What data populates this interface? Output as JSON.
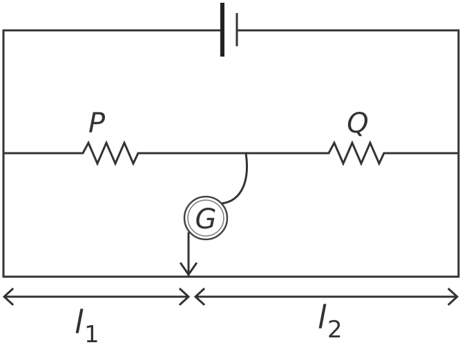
{
  "diagram": {
    "type": "meter-bridge-circuit",
    "components": {
      "battery": {
        "name": "battery"
      },
      "resistor_left": {
        "label": "P"
      },
      "resistor_right": {
        "label": "Q"
      },
      "galvanometer": {
        "label": "G"
      }
    },
    "lengths": {
      "left": {
        "symbol": "l",
        "subscript": "1"
      },
      "right": {
        "symbol": "l",
        "subscript": "2"
      }
    },
    "colors": {
      "stroke": "#333333",
      "background": "#ffffff"
    }
  }
}
